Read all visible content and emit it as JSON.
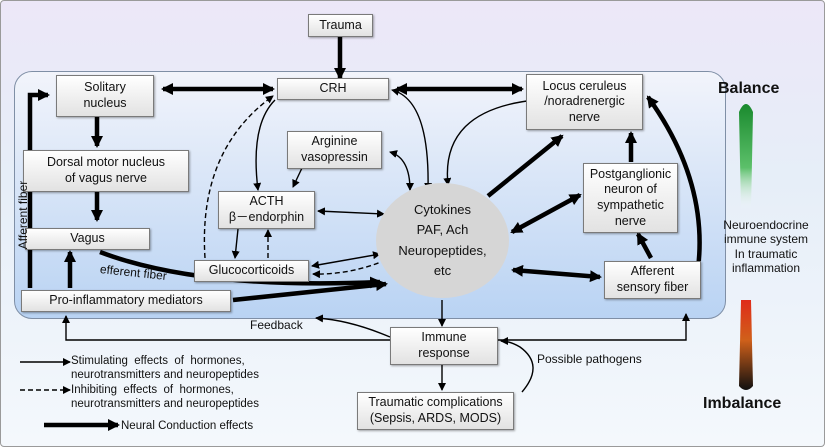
{
  "nodes": {
    "trauma": "Trauma",
    "solitary": "Solitary\nnucleus",
    "crh": "CRH",
    "locus": "Locus ceruleus\n/noradrenergic\nnerve",
    "dorsal": "Dorsal motor nucleus\nof vagus nerve",
    "vasopressin": "Arginine\nvasopressin",
    "acth": "ACTH\nβ－endorphin",
    "postganglionic": "Postganglionic\nneuron of\nsympathetic\nnerve",
    "vagus": "Vagus",
    "cytokines": "Cytokines\nPAF, Ach\nNeuropeptides,\netc",
    "glucocorticoids": "Glucocorticoids",
    "afferent_sensory": "Afferent\nsensory fiber",
    "proinflammatory": "Pro-inflammatory mediators",
    "immune": "Immune\nresponse",
    "complications": "Traumatic complications\n(Sepsis, ARDS, MODS)"
  },
  "labels": {
    "afferent_fiber": "Afferent fiber",
    "efferent_fiber": "efferent fiber",
    "feedback": "Feedback",
    "pathogens": "Possible pathogens"
  },
  "legend": {
    "stimulating": "Stimulating  effects  of  hormones,\nneurotransmitters and neuropeptides",
    "inhibiting": "Inhibiting  effects  of  hormones,\nneurotransmitters and neuropeptides",
    "neural": "Neural Conduction effects"
  },
  "scale": {
    "balance": "Balance",
    "caption": "Neuroendocrine\nimmune system\nIn traumatic\ninflammation",
    "imbalance": "Imbalance",
    "colors": {
      "balance_top": "#1a8a2e",
      "imbalance_top": "#e02a1a",
      "imbalance_bottom": "#101010"
    }
  }
}
